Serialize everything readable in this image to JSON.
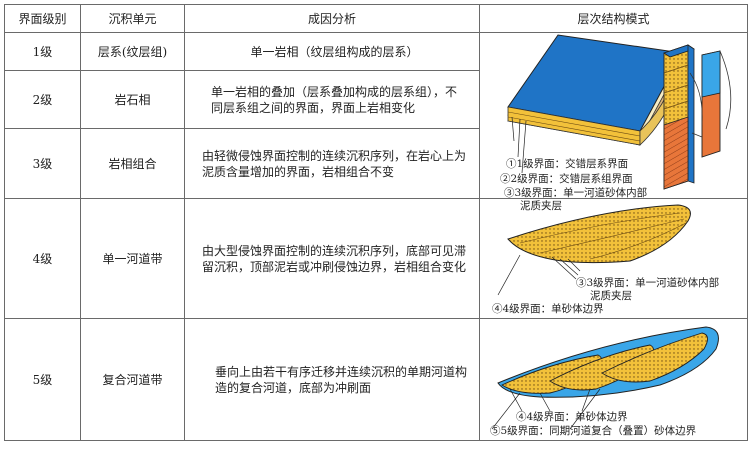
{
  "headers": [
    "界面级别",
    "沉积单元",
    "成因分析",
    "层次结构模式"
  ],
  "rows": [
    {
      "level": "1级",
      "unit": "层系(纹层组)",
      "analysis": "单一岩相（纹层组构成的层系）"
    },
    {
      "level": "2级",
      "unit": "岩石相",
      "analysis": "单一岩相的叠加（层系叠加构成的层系组），不同层系组之间的界面，界面上岩相变化"
    },
    {
      "level": "3级",
      "unit": "岩相组合",
      "analysis": "由轻微侵蚀界面控制的连续沉积序列，在岩心上为泥质含量增加的界面，岩相组合不变"
    },
    {
      "level": "4级",
      "unit": "单一河道带",
      "analysis": "由大型侵蚀界面控制的连续沉积序列，底部可见滞留沉积，顶部泥岩或冲刷侵蚀边界，岩相组合变化"
    },
    {
      "level": "5级",
      "unit": "复合河道带",
      "analysis": "垂向上由若干有序迁移并连续沉积的单期河道构造的复合河道，底部为冲刷面"
    }
  ],
  "diagrams": {
    "d1": {
      "captions": [
        "①1级界面：交错层系界面",
        "②2级界面：交错层系组界面",
        "③3级界面：单一河道砂体内部",
        "泥质夹层"
      ],
      "markers": [
        "①",
        "②",
        "③"
      ]
    },
    "d2": {
      "captions": [
        "③3级界面：单一河道砂体内部",
        "泥质夹层",
        "④4级界面：单砂体边界"
      ]
    },
    "d3": {
      "captions": [
        "④4级界面：单砂体边界",
        "⑤5级界面：同期河道复合（叠置）砂体边界"
      ]
    }
  },
  "colors": {
    "blue": "#1f74c6",
    "blue_light": "#3aa6e8",
    "yellow": "#f2c13a",
    "orange": "#e8763a",
    "cream": "#f6ecc4",
    "border": "#6a6a6a"
  }
}
